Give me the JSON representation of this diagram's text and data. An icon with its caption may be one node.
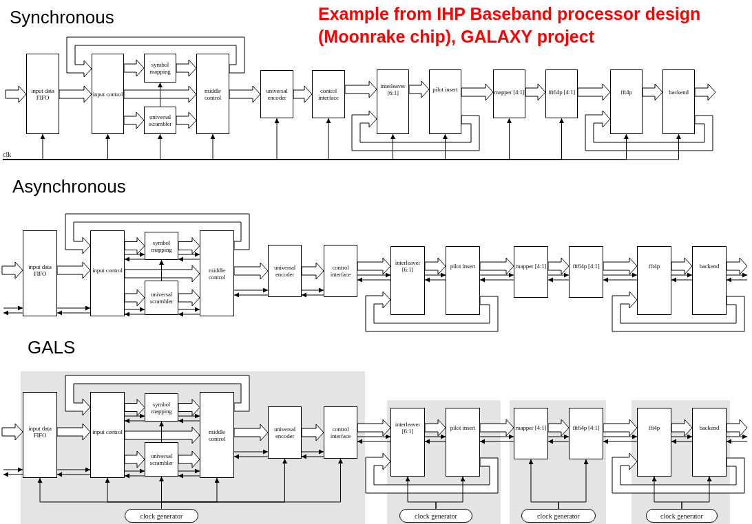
{
  "diagram": {
    "title": "Example from IHP Baseband processor design (Moonrake chip), GALAXY project",
    "nodes": [
      {
        "text": [
          "input data FIFO"
        ]
      },
      {
        "text": [
          "input control"
        ]
      },
      {
        "text": [
          "symbol mapping"
        ]
      },
      {
        "text": [
          "universal scrambler"
        ]
      },
      {
        "text": [
          "middle control"
        ]
      },
      {
        "text": [
          "universal encoder"
        ]
      },
      {
        "text": [
          "control interface"
        ]
      },
      {
        "text": [
          "interleaver [6:1]"
        ]
      },
      {
        "text": [
          "pilot insert"
        ]
      },
      {
        "text": [
          "mapper [4:1]"
        ]
      },
      {
        "text": [
          "fft64p [4:1]"
        ]
      },
      {
        "text": [
          "fft4p"
        ]
      },
      {
        "text": [
          "backend"
        ]
      },
      {
        "text": [
          "clk"
        ]
      },
      {
        "text": [
          "input data FIFO"
        ]
      },
      {
        "text": [
          "input control"
        ]
      },
      {
        "text": [
          "symbol mapping"
        ]
      },
      {
        "text": [
          "universal scrambler"
        ]
      },
      {
        "text": [
          "middle control"
        ]
      },
      {
        "text": [
          "universal encoder"
        ]
      },
      {
        "text": [
          "control interface"
        ]
      },
      {
        "text": [
          "interleaver [6:1]"
        ]
      },
      {
        "text": [
          "pilot insert"
        ]
      },
      {
        "text": [
          "mapper [4:1]"
        ]
      },
      {
        "text": [
          "fft64p [4:1]"
        ]
      },
      {
        "text": [
          "fft4p"
        ]
      },
      {
        "text": [
          "backend"
        ]
      },
      {
        "text": [],
        "shape": "box"
      },
      {
        "text": [
          "input data FIFO"
        ],
        "in": 27
      },
      {
        "text": [
          "input control"
        ],
        "in": 27
      },
      {
        "text": [
          "symbol mapping"
        ],
        "in": 27
      },
      {
        "text": [
          "universal scrambler"
        ],
        "in": 27
      },
      {
        "text": [
          "middle control"
        ],
        "in": 27
      },
      {
        "text": [
          "universal encoder"
        ],
        "in": 27
      },
      {
        "text": [
          "control interface"
        ],
        "in": 27
      },
      {
        "text": [
          "clock generator"
        ],
        "in": 27
      },
      {
        "text": [],
        "shape": "box"
      },
      {
        "text": [
          "interleaver [6:1]"
        ],
        "in": 36
      },
      {
        "text": [
          "pilot insert"
        ],
        "in": 36
      },
      {
        "text": [
          "clock generator"
        ],
        "in": 36
      },
      {
        "text": [],
        "shape": "box"
      },
      {
        "text": [
          "mapper [4:1]"
        ],
        "in": 40
      },
      {
        "text": [
          "fft64p [4:1]"
        ],
        "in": 40
      },
      {
        "text": [
          "clock generator"
        ],
        "in": 40
      },
      {
        "text": [],
        "shape": "box"
      },
      {
        "text": [
          "fft4p"
        ],
        "in": 44
      },
      {
        "text": [
          "backend"
        ],
        "in": 44
      },
      {
        "text": [
          "clock generator"
        ],
        "in": 44
      }
    ],
    "edges": [
      {
        "from": null,
        "to": 0,
        "arrow": "to",
        "style": "thick"
      },
      {
        "from": 0,
        "to": 1,
        "arrow": "to",
        "style": "thick"
      },
      {
        "from": 1,
        "to": 2,
        "arrow": "to",
        "style": "thick"
      },
      {
        "from": 1,
        "to": 4,
        "arrow": "to",
        "style": "thick"
      },
      {
        "from": 1,
        "to": 3,
        "arrow": "to",
        "style": "thick"
      },
      {
        "from": 2,
        "to": 4,
        "arrow": "to",
        "style": "thick"
      },
      {
        "from": 3,
        "to": 4,
        "arrow": "to",
        "style": "thick"
      },
      {
        "from": 4,
        "to": 1,
        "arrow": "to",
        "style": "thick"
      },
      {
        "from": 4,
        "to": 5,
        "arrow": "to",
        "style": "thick"
      },
      {
        "from": 5,
        "to": 6,
        "arrow": "to",
        "style": "thick"
      },
      {
        "from": 6,
        "to": 7,
        "arrow": "to",
        "style": "thick"
      },
      {
        "from": 7,
        "to": 8,
        "arrow": "to",
        "style": "thick"
      },
      {
        "from": 8,
        "to": 7,
        "arrow": "to",
        "style": "thick"
      },
      {
        "from": 8,
        "to": 9,
        "arrow": "to",
        "style": "thick"
      },
      {
        "from": 9,
        "to": 10,
        "arrow": "to",
        "style": "thick"
      },
      {
        "from": 10,
        "to": 11,
        "arrow": "to",
        "style": "thick"
      },
      {
        "from": 11,
        "to": 12,
        "arrow": "to",
        "style": "thick"
      },
      {
        "from": 12,
        "to": 11,
        "arrow": "to",
        "style": "thick"
      },
      {
        "from": 12,
        "to": null,
        "arrow": "to",
        "style": "thick"
      },
      {
        "from": 3,
        "to": 2,
        "arrow": "to"
      },
      {
        "from": 13,
        "to": 0,
        "arrow": "to"
      },
      {
        "from": 13,
        "to": 1,
        "arrow": "to"
      },
      {
        "from": 13,
        "to": 3,
        "arrow": "to"
      },
      {
        "from": 13,
        "to": 4,
        "arrow": "to"
      },
      {
        "from": 13,
        "to": 5,
        "arrow": "to"
      },
      {
        "from": 13,
        "to": 6,
        "arrow": "to"
      },
      {
        "from": 13,
        "to": 7,
        "arrow": "to"
      },
      {
        "from": 13,
        "to": 8,
        "arrow": "to"
      },
      {
        "from": 13,
        "to": 9,
        "arrow": "to"
      },
      {
        "from": 13,
        "to": 10,
        "arrow": "to"
      },
      {
        "from": 13,
        "to": 11,
        "arrow": "to"
      },
      {
        "from": 13,
        "to": 12,
        "arrow": "to"
      },
      {
        "from": null,
        "to": 14,
        "arrow": "to",
        "style": "thick"
      },
      {
        "from": 14,
        "to": 15,
        "arrow": "to",
        "style": "thick"
      },
      {
        "from": 15,
        "to": 16,
        "arrow": "to",
        "style": "thick"
      },
      {
        "from": 15,
        "to": 18,
        "arrow": "to",
        "style": "thick"
      },
      {
        "from": 15,
        "to": 17,
        "arrow": "to",
        "style": "thick"
      },
      {
        "from": 16,
        "to": 18,
        "arrow": "to",
        "style": "thick"
      },
      {
        "from": 17,
        "to": 18,
        "arrow": "to",
        "style": "thick"
      },
      {
        "from": 18,
        "to": 15,
        "arrow": "to",
        "style": "thick"
      },
      {
        "from": 18,
        "to": 19,
        "arrow": "to",
        "style": "thick"
      },
      {
        "from": 19,
        "to": 20,
        "arrow": "to",
        "style": "thick"
      },
      {
        "from": 20,
        "to": 21,
        "arrow": "to",
        "style": "thick"
      },
      {
        "from": 21,
        "to": 22,
        "arrow": "to",
        "style": "thick"
      },
      {
        "from": 22,
        "to": 21,
        "arrow": "to",
        "style": "thick"
      },
      {
        "from": 22,
        "to": 23,
        "arrow": "to",
        "style": "thick"
      },
      {
        "from": 23,
        "to": 24,
        "arrow": "to",
        "style": "thick"
      },
      {
        "from": 24,
        "to": 25,
        "arrow": "to",
        "style": "thick"
      },
      {
        "from": 25,
        "to": 26,
        "arrow": "to",
        "style": "thick"
      },
      {
        "from": 26,
        "to": 25,
        "arrow": "to",
        "style": "thick"
      },
      {
        "from": 26,
        "to": null,
        "arrow": "to",
        "style": "thick"
      },
      {
        "from": 17,
        "to": 16,
        "arrow": "to"
      },
      {
        "from": null,
        "to": 14,
        "arrow": "to"
      },
      {
        "from": 14,
        "to": null,
        "arrow": "to"
      },
      {
        "from": 14,
        "to": 15,
        "arrow": "to"
      },
      {
        "from": 15,
        "to": 14,
        "arrow": "to"
      },
      {
        "from": 15,
        "to": 16,
        "arrow": "to"
      },
      {
        "from": 16,
        "to": 15,
        "arrow": "to"
      },
      {
        "from": 15,
        "to": 17,
        "arrow": "to"
      },
      {
        "from": 17,
        "to": 15,
        "arrow": "to"
      },
      {
        "from": 16,
        "to": 18,
        "arrow": "to"
      },
      {
        "from": 18,
        "to": 16,
        "arrow": "to"
      },
      {
        "from": 17,
        "to": 18,
        "arrow": "to"
      },
      {
        "from": 18,
        "to": 17,
        "arrow": "to"
      },
      {
        "from": 18,
        "to": 19,
        "arrow": "to"
      },
      {
        "from": 19,
        "to": 18,
        "arrow": "to"
      },
      {
        "from": 19,
        "to": 20,
        "arrow": "to"
      },
      {
        "from": 20,
        "to": 19,
        "arrow": "to"
      },
      {
        "from": 20,
        "to": 21,
        "arrow": "to"
      },
      {
        "from": 21,
        "to": 20,
        "arrow": "to"
      },
      {
        "from": 21,
        "to": 22,
        "arrow": "to"
      },
      {
        "from": 22,
        "to": 21,
        "arrow": "to"
      },
      {
        "from": 22,
        "to": 23,
        "arrow": "to"
      },
      {
        "from": 23,
        "to": 22,
        "arrow": "to"
      },
      {
        "from": 23,
        "to": 24,
        "arrow": "to"
      },
      {
        "from": 24,
        "to": 23,
        "arrow": "to"
      },
      {
        "from": 24,
        "to": 25,
        "arrow": "to"
      },
      {
        "from": 25,
        "to": 24,
        "arrow": "to"
      },
      {
        "from": 25,
        "to": 26,
        "arrow": "to"
      },
      {
        "from": 26,
        "to": 25,
        "arrow": "to"
      },
      {
        "from": 26,
        "to": null,
        "arrow": "to"
      },
      {
        "from": null,
        "to": 26,
        "arrow": "to"
      },
      {
        "from": null,
        "to": 28,
        "arrow": "to",
        "style": "thick"
      },
      {
        "from": 28,
        "to": 29,
        "arrow": "to",
        "style": "thick"
      },
      {
        "from": 29,
        "to": 30,
        "arrow": "to",
        "style": "thick"
      },
      {
        "from": 29,
        "to": 32,
        "arrow": "to",
        "style": "thick"
      },
      {
        "from": 29,
        "to": 31,
        "arrow": "to",
        "style": "thick"
      },
      {
        "from": 30,
        "to": 32,
        "arrow": "to",
        "style": "thick"
      },
      {
        "from": 31,
        "to": 32,
        "arrow": "to",
        "style": "thick"
      },
      {
        "from": 32,
        "to": 29,
        "arrow": "to",
        "style": "thick"
      },
      {
        "from": 32,
        "to": 33,
        "arrow": "to",
        "style": "thick"
      },
      {
        "from": 33,
        "to": 34,
        "arrow": "to",
        "style": "thick"
      },
      {
        "from": 34,
        "to": 37,
        "arrow": "to",
        "style": "thick"
      },
      {
        "from": 37,
        "to": 38,
        "arrow": "to",
        "style": "thick"
      },
      {
        "from": 38,
        "to": 37,
        "arrow": "to",
        "style": "thick"
      },
      {
        "from": 38,
        "to": 41,
        "arrow": "to",
        "style": "thick"
      },
      {
        "from": 41,
        "to": 42,
        "arrow": "to",
        "style": "thick"
      },
      {
        "from": 42,
        "to": 45,
        "arrow": "to",
        "style": "thick"
      },
      {
        "from": 45,
        "to": 46,
        "arrow": "to",
        "style": "thick"
      },
      {
        "from": 46,
        "to": 45,
        "arrow": "to",
        "style": "thick"
      },
      {
        "from": 46,
        "to": null,
        "arrow": "to",
        "style": "thick"
      },
      {
        "from": 31,
        "to": 30,
        "arrow": "to"
      },
      {
        "from": null,
        "to": 28,
        "arrow": "to"
      },
      {
        "from": 28,
        "to": null,
        "arrow": "to"
      },
      {
        "from": 28,
        "to": 29,
        "arrow": "to"
      },
      {
        "from": 29,
        "to": 28,
        "arrow": "to"
      },
      {
        "from": 29,
        "to": 30,
        "arrow": "to"
      },
      {
        "from": 30,
        "to": 29,
        "arrow": "to"
      },
      {
        "from": 29,
        "to": 31,
        "arrow": "to"
      },
      {
        "from": 31,
        "to": 29,
        "arrow": "to"
      },
      {
        "from": 30,
        "to": 32,
        "arrow": "to"
      },
      {
        "from": 32,
        "to": 30,
        "arrow": "to"
      },
      {
        "from": 31,
        "to": 32,
        "arrow": "to"
      },
      {
        "from": 32,
        "to": 31,
        "arrow": "to"
      },
      {
        "from": 32,
        "to": 33,
        "arrow": "to"
      },
      {
        "from": 33,
        "to": 32,
        "arrow": "to"
      },
      {
        "from": 33,
        "to": 34,
        "arrow": "to"
      },
      {
        "from": 34,
        "to": 33,
        "arrow": "to"
      },
      {
        "from": 34,
        "to": 37,
        "arrow": "to"
      },
      {
        "from": 37,
        "to": 34,
        "arrow": "to"
      },
      {
        "from": 37,
        "to": 38,
        "arrow": "to"
      },
      {
        "from": 38,
        "to": 37,
        "arrow": "to"
      },
      {
        "from": 38,
        "to": 41,
        "arrow": "to"
      },
      {
        "from": 41,
        "to": 38,
        "arrow": "to"
      },
      {
        "from": 41,
        "to": 42,
        "arrow": "to"
      },
      {
        "from": 42,
        "to": 41,
        "arrow": "to"
      },
      {
        "from": 42,
        "to": 45,
        "arrow": "to"
      },
      {
        "from": 45,
        "to": 42,
        "arrow": "to"
      },
      {
        "from": 45,
        "to": 46,
        "arrow": "to"
      },
      {
        "from": 46,
        "to": 45,
        "arrow": "to"
      },
      {
        "from": 46,
        "to": null,
        "arrow": "to"
      },
      {
        "from": null,
        "to": 46,
        "arrow": "to"
      },
      {
        "from": 35,
        "to": 28,
        "arrow": "to"
      },
      {
        "from": 35,
        "to": 29,
        "arrow": "to"
      },
      {
        "from": 35,
        "to": 31,
        "arrow": "to"
      },
      {
        "from": 35,
        "to": 32,
        "arrow": "to"
      },
      {
        "from": 35,
        "to": 33,
        "arrow": "to"
      },
      {
        "from": 35,
        "to": 34,
        "arrow": "to"
      },
      {
        "from": 39,
        "to": 37,
        "arrow": "to"
      },
      {
        "from": 39,
        "to": 38,
        "arrow": "to"
      },
      {
        "from": 43,
        "to": 41,
        "arrow": "to"
      },
      {
        "from": 43,
        "to": 42,
        "arrow": "to"
      },
      {
        "from": 47,
        "to": 45,
        "arrow": "to"
      },
      {
        "from": 47,
        "to": 46,
        "arrow": "to"
      }
    ],
    "labels": [
      "Synchronous",
      "Asynchronous",
      "GALS"
    ]
  }
}
